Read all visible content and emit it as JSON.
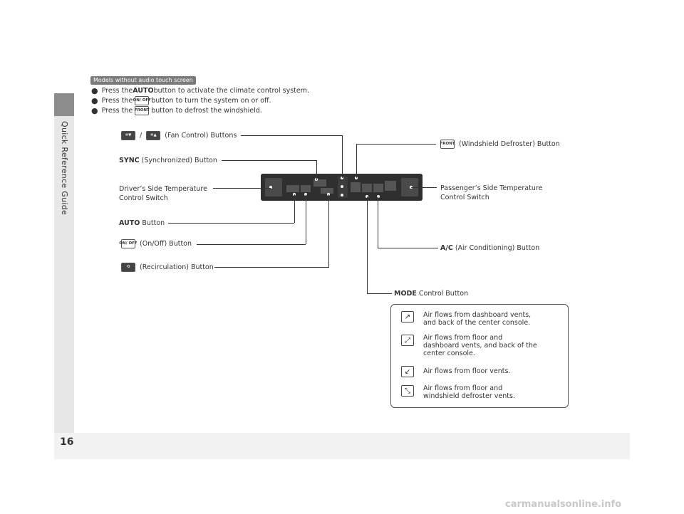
{
  "sidebar": {
    "title": "Quick Reference Guide"
  },
  "page_number": "16",
  "badge": "Models without audio touch screen",
  "bullets": [
    {
      "pre": "Press the ",
      "bold": "AUTO",
      "post": " button to activate the climate control system."
    },
    {
      "pre": "Press the ",
      "icon": "on-off-icon",
      "post": " button to turn the system on or off."
    },
    {
      "pre": "Press the ",
      "icon": "front-defrost-icon",
      "post": " button to defrost the windshield."
    }
  ],
  "icons": {
    "on_off": "ON/ OFF",
    "front": "FRONT"
  },
  "callouts": {
    "fan": {
      "separator": "/",
      "text": "(Fan Control) Buttons"
    },
    "sync": {
      "bold": "SYNC",
      "text": " (Synchronized) Button"
    },
    "driver_temp": {
      "line1": "Driver’s Side Temperature",
      "line2": "Control Switch"
    },
    "auto": {
      "bold": "AUTO",
      "text": " Button"
    },
    "on_off": {
      "text": "(On/Off) Button"
    },
    "recirc": {
      "text": "(Recirculation) Button"
    },
    "windshield": {
      "text": "(Windshield Defroster) Button"
    },
    "passenger_temp": {
      "line1": "Passenger’s Side Temperature",
      "line2": "Control Switch"
    },
    "ac": {
      "bold": "A/C",
      "text": " (Air Conditioning) Button"
    },
    "mode": {
      "bold": "MODE",
      "text": " Control Button"
    }
  },
  "legend": [
    {
      "icon": "dash-vent-icon",
      "lines": [
        "Air flows from dashboard vents,",
        "and back of the center console."
      ]
    },
    {
      "icon": "floor-dash-vent-icon",
      "lines": [
        "Air flows from floor and",
        "dashboard vents, and back of the",
        "center console."
      ]
    },
    {
      "icon": "floor-vent-icon",
      "lines": [
        "Air flows from floor vents."
      ]
    },
    {
      "icon": "floor-defrost-vent-icon",
      "lines": [
        "Air flows from floor and",
        "windshield defroster vents."
      ]
    }
  ],
  "watermark": "carmanualsonline.info"
}
